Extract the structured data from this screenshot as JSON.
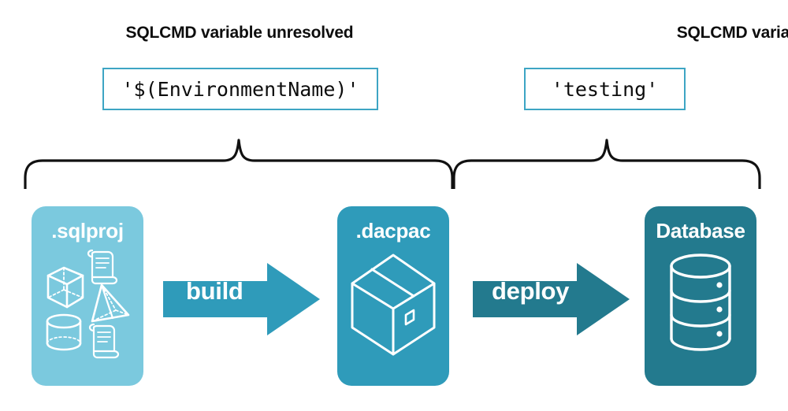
{
  "headings": {
    "left": "SQLCMD variable unresolved",
    "right": "SQLCMD variable set"
  },
  "code_boxes": {
    "left": "'$(EnvironmentName)'",
    "right": "'testing'"
  },
  "cards": [
    {
      "id": "sqlproj",
      "label": ".sqlproj",
      "color": "#7bc9de",
      "icons": [
        "cube-icon",
        "pyramid-icon",
        "cylinder-icon",
        "script-scroll-icon",
        "script-scroll-icon"
      ]
    },
    {
      "id": "dacpac",
      "label": ".dacpac",
      "color": "#2f9bba",
      "icons": [
        "package-box-icon"
      ]
    },
    {
      "id": "database",
      "label": "Database",
      "color": "#237a8e",
      "icons": [
        "database-cylinder-icon"
      ]
    }
  ],
  "arrows": [
    {
      "id": "build",
      "label": "build",
      "color": "#2f9bba"
    },
    {
      "id": "deploy",
      "label": "deploy",
      "color": "#237a8e"
    }
  ],
  "braces": {
    "left_span_label": "sqlproj-to-dacpac",
    "right_span_label": "dacpac-to-database",
    "color": "#111111"
  },
  "palette": {
    "light_teal": "#7bc9de",
    "mid_teal": "#2f9bba",
    "dark_teal": "#237a8e",
    "box_border": "#3da5c4",
    "text": "#0d0d0d",
    "background": "#ffffff"
  }
}
